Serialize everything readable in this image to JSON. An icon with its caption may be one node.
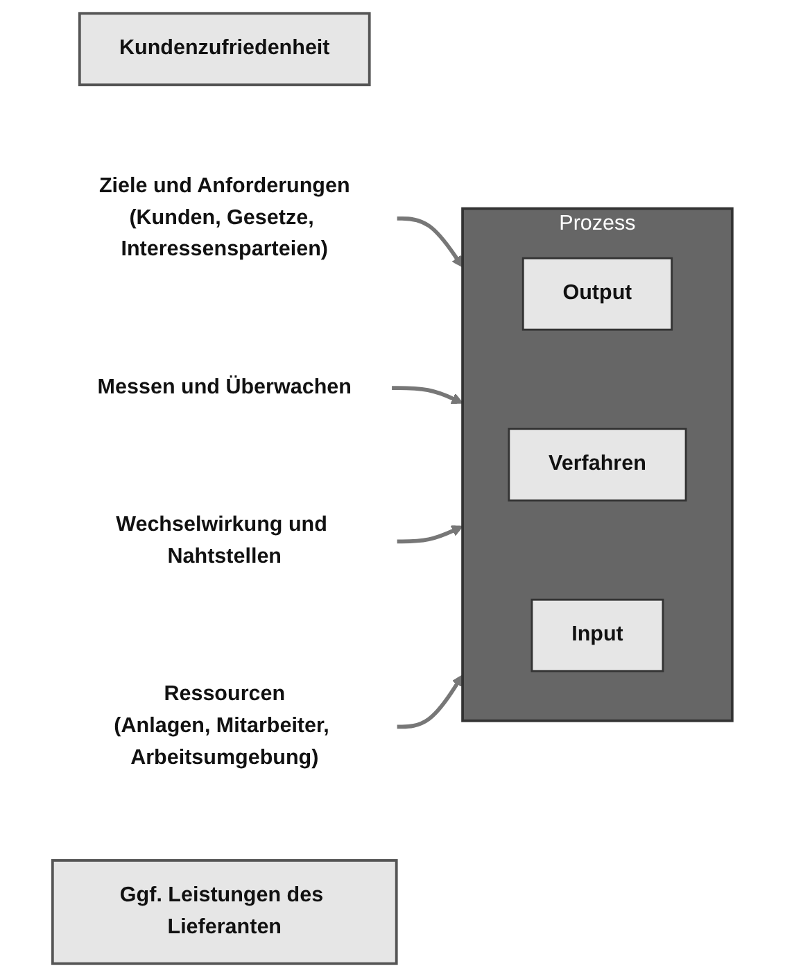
{
  "diagram": {
    "nodes": [
      {
        "text": [
          "Kundenzufriedenheit"
        ]
      },
      {
        "text": [
          "Ziele und Anforderungen",
          "(Kunden, Gesetze, Interessensparteien)"
        ]
      },
      {
        "text": [
          "Messen und Überwachen"
        ]
      },
      {
        "text": [
          "Prozess"
        ]
      },
      {
        "text": [
          "Output"
        ],
        "in": 3
      },
      {
        "text": [
          "Verfahren"
        ],
        "in": 3
      },
      {
        "text": [
          "Input"
        ],
        "in": 3
      },
      {
        "text": [
          "Wechselwirkung und Nahtstellen"
        ]
      },
      {
        "text": [
          "Ressourcen",
          "(Anlagen, Mitarbeiter, Arbeitsumgebung)"
        ]
      },
      {
        "text": [
          "Ggf. Leistungen des Lieferanten"
        ]
      }
    ],
    "edges": [
      {
        "from": 1,
        "to": 3,
        "arrow": "to"
      },
      {
        "from": 2,
        "to": 3,
        "arrow": "to"
      },
      {
        "from": 7,
        "to": 3,
        "arrow": "to"
      },
      {
        "from": 8,
        "to": 3,
        "arrow": "to"
      }
    ]
  }
}
